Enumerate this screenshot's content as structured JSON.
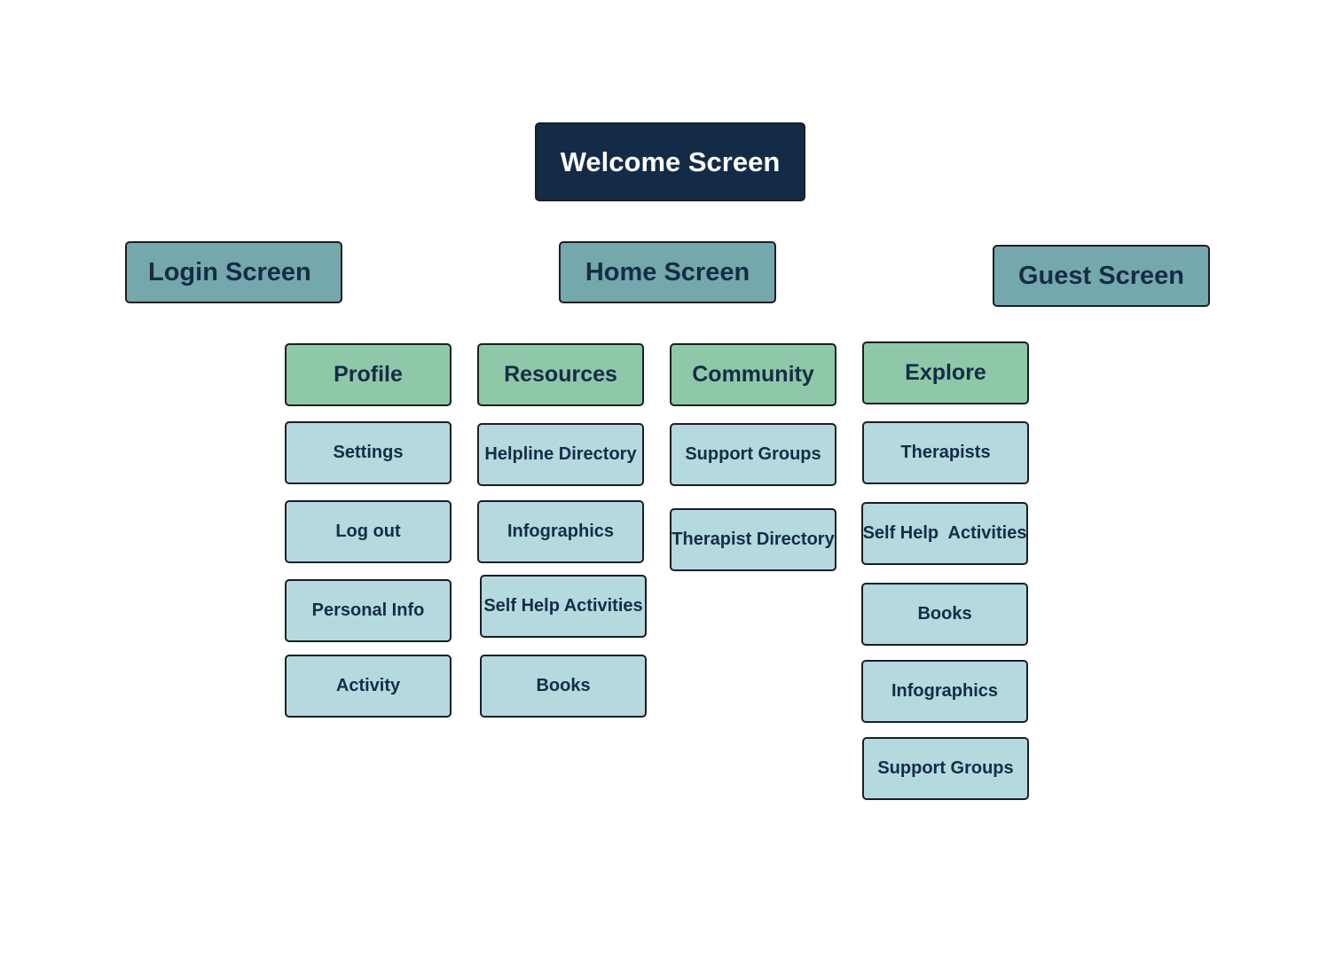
{
  "root": {
    "label": "Welcome Screen"
  },
  "screens": {
    "login": "Login Screen",
    "home": "Home Screen",
    "guest": "Guest Screen"
  },
  "categories": {
    "profile": {
      "label": "Profile",
      "items": [
        "Settings",
        "Log out",
        "Personal Info",
        "Activity"
      ]
    },
    "resources": {
      "label": "Resources",
      "items": [
        "Helpline Directory",
        "Infographics",
        "Self Help Activities",
        "Books"
      ]
    },
    "community": {
      "label": "Community",
      "items": [
        "Support Groups",
        "Therapist Directory"
      ]
    },
    "explore": {
      "label": "Explore",
      "items": [
        "Therapists",
        "Self Help  Activities",
        "Books",
        "Infographics",
        "Support Groups"
      ]
    }
  },
  "colors": {
    "root": "#142b47",
    "screen": "#74a8ac",
    "category": "#8fc8a8",
    "leaf": "#b4d9de",
    "text": "#152c47"
  }
}
